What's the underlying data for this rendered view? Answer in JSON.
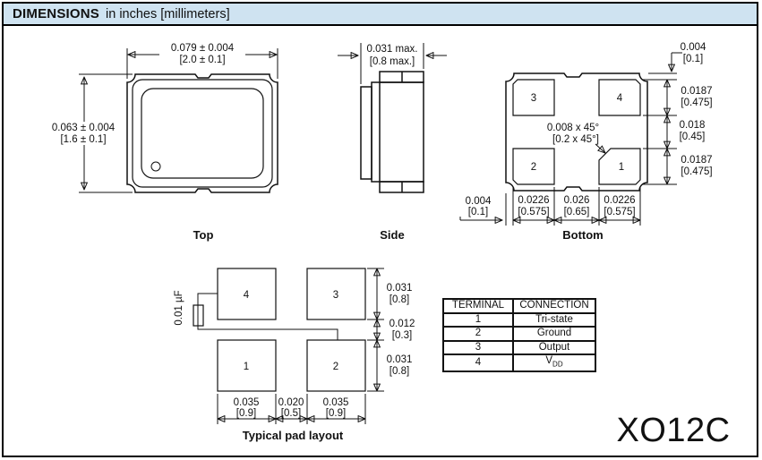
{
  "header": {
    "title": "DIMENSIONS",
    "units": "in inches [millimeters]"
  },
  "colors": {
    "header_bg": "#cfe3f1",
    "ink": "#111111"
  },
  "views": {
    "top": {
      "caption": "Top",
      "width_in": "0.079 ± 0.004",
      "width_mm": "[2.0 ± 0.1]",
      "height_in": "0.063 ± 0.004",
      "height_mm": "[1.6 ± 0.1]"
    },
    "side": {
      "caption": "Side",
      "thickness_in": "0.031 max.",
      "thickness_mm": "[0.8 max.]"
    },
    "bottom": {
      "caption": "Bottom",
      "pad1": "1",
      "pad2": "2",
      "pad3": "3",
      "pad4": "4",
      "chamfer_in": "0.008 x 45°",
      "chamfer_mm": "[0.2 x 45°]",
      "top_gap_in": "0.004",
      "top_gap_mm": "[0.1]",
      "left_gap_in": "0.004",
      "left_gap_mm": "[0.1]",
      "pad_height_in": "0.0187",
      "pad_height_mm": "[0.475]",
      "mid_gap_in": "0.018",
      "mid_gap_mm": "[0.45]",
      "pad_height2_in": "0.0187",
      "pad_height2_mm": "[0.475]",
      "pad_width_in": "0.0226",
      "pad_width_mm": "[0.575]",
      "center_gap_in": "0.026",
      "center_gap_mm": "[0.65]",
      "pad_width2_in": "0.0226",
      "pad_width2_mm": "[0.575]"
    },
    "pad_layout": {
      "caption": "Typical pad layout",
      "pad1": "1",
      "pad2": "2",
      "pad3": "3",
      "pad4": "4",
      "cap_label": "0.01 µF",
      "row_h_in": "0.031",
      "row_h_mm": "[0.8]",
      "row_gap_in": "0.012",
      "row_gap_mm": "[0.3]",
      "row_h2_in": "0.031",
      "row_h2_mm": "[0.8]",
      "col_w_in": "0.035",
      "col_w_mm": "[0.9]",
      "col_gap_in": "0.020",
      "col_gap_mm": "[0.5]",
      "col_w2_in": "0.035",
      "col_w2_mm": "[0.9]"
    }
  },
  "table": {
    "headers": [
      "TERMINAL",
      "CONNECTION"
    ],
    "rows": [
      {
        "terminal": "1",
        "connection": "Tri-state"
      },
      {
        "terminal": "2",
        "connection": "Ground"
      },
      {
        "terminal": "3",
        "connection": "Output"
      },
      {
        "terminal": "4",
        "connection": "V",
        "connection_sub": "DD"
      }
    ]
  },
  "part_number": "XO12C"
}
